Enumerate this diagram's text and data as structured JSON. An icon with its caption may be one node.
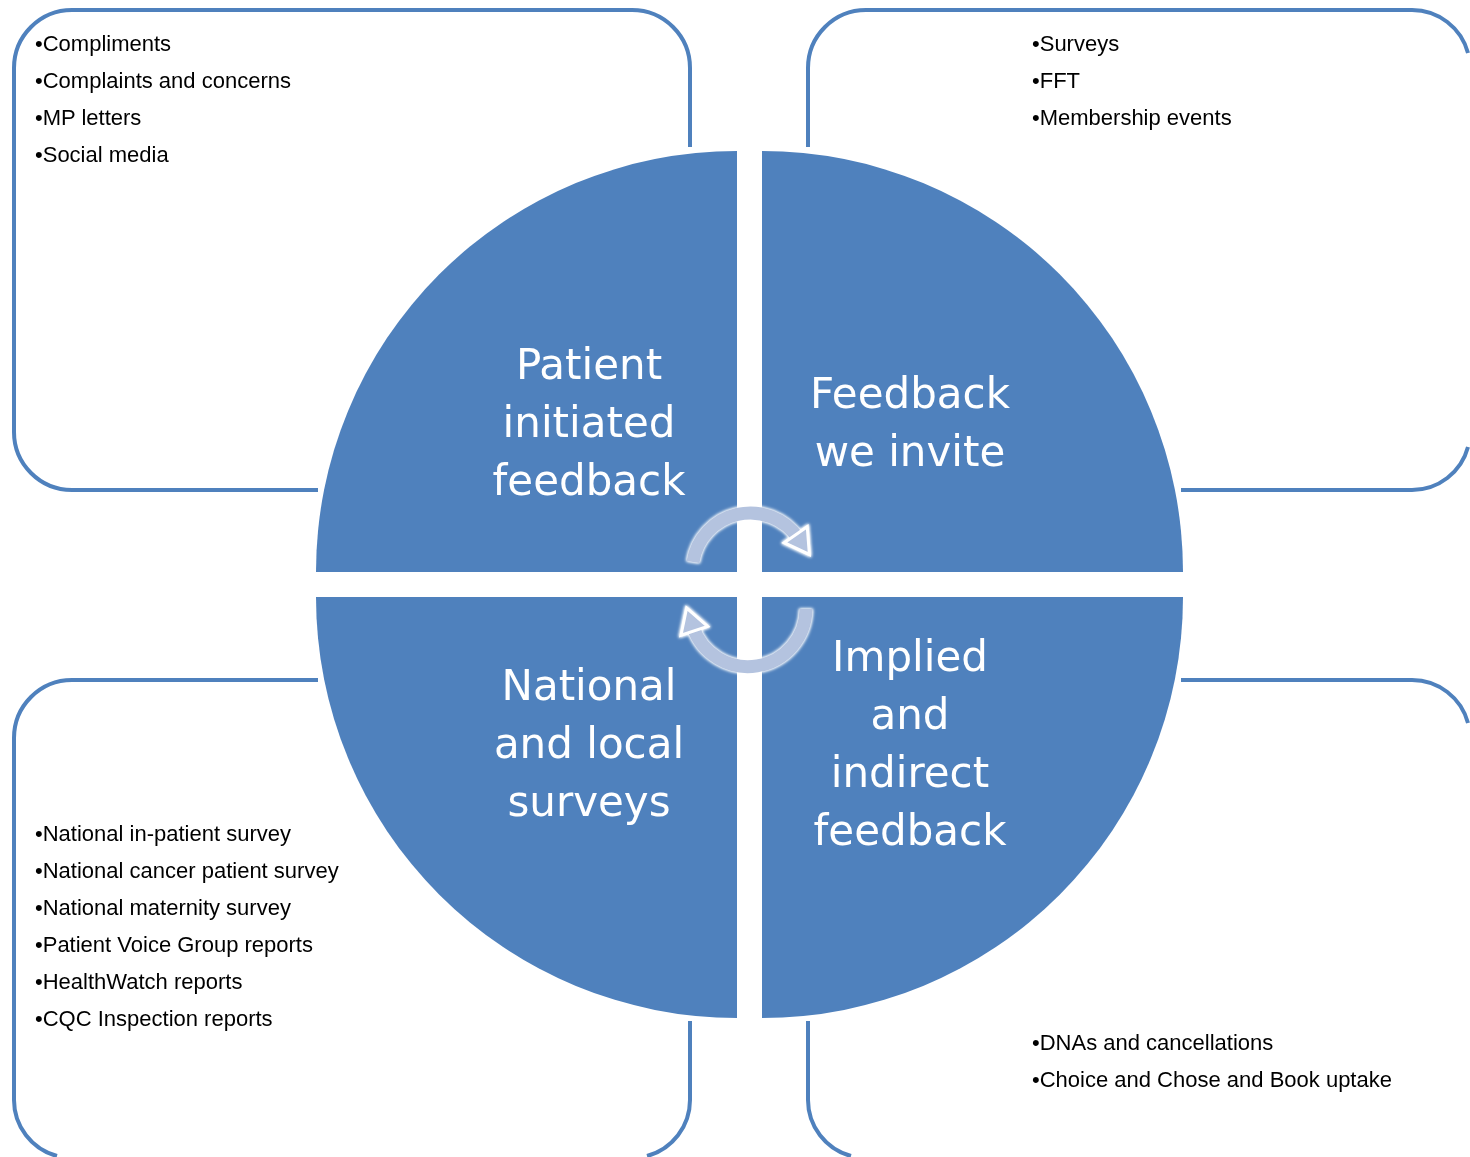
{
  "diagram": {
    "nodes": [
      {
        "text": [
          "•Compliments",
          "•Complaints and concerns",
          "•MP letters",
          "•Social media"
        ]
      },
      {
        "text": [
          "•Surveys",
          "•FFT",
          "•Membership events"
        ]
      },
      {
        "text": [
          "Patient initiated feedback"
        ]
      },
      {
        "text": [
          "Feedback we invite"
        ]
      },
      {
        "text": [
          "National and local surveys"
        ]
      },
      {
        "text": [
          "Implied and indirect feedback"
        ]
      },
      {
        "text": [
          "•National in-patient survey",
          "•National cancer patient survey",
          "•National maternity survey",
          "•Patient Voice Group reports",
          "•HealthWatch reports",
          "•CQC Inspection reports"
        ]
      },
      {
        "text": [
          "•DNAs and cancellations",
          "•Choice and Chose and Book uptake"
        ]
      }
    ],
    "edges": [
      {
        "from": 2,
        "to": 3,
        "arrow": "to"
      },
      {
        "from": 5,
        "to": 4,
        "arrow": "to"
      }
    ]
  }
}
